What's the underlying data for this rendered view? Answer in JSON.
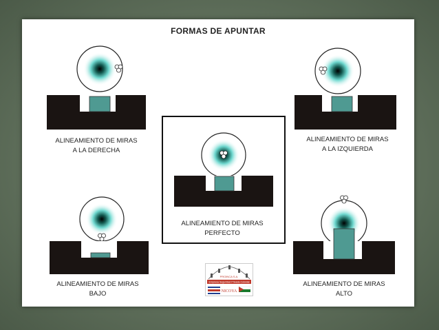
{
  "title": "FORMAS DE APUNTAR",
  "items": [
    {
      "line1": "ALINEAMIENTO DE MIRAS",
      "line2": "A LA DERECHA"
    },
    {
      "line1": "ALINEAMIENTO DE MIRAS",
      "line2": "A LA IZQUIERDA"
    },
    {
      "line1": "ALINEAMIENTO DE MIRAS",
      "line2": "PERFECTO"
    },
    {
      "line1": "ALINEAMIENTO DE MIRAS",
      "line2": "BAJO"
    },
    {
      "line1": "ALINEAMIENTO DE MIRAS",
      "line2": "ALTO"
    }
  ],
  "logo": {
    "line1": "PROINCA S.A.",
    "line2": "Empresa Seguridad Privada Colonial",
    "line3": "NICOYA"
  },
  "colors": {
    "post": "#4f9a92",
    "block": "#1a1412",
    "target": "#3fc9c0"
  }
}
